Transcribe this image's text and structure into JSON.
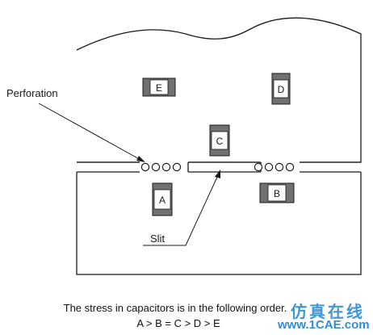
{
  "labels": {
    "perforation": "Perforation",
    "slit": "Slit"
  },
  "capacitors": [
    {
      "id": "A"
    },
    {
      "id": "B"
    },
    {
      "id": "C"
    },
    {
      "id": "D"
    },
    {
      "id": "E"
    }
  ],
  "caption": {
    "line": "The stress in capacitors is in the following order.",
    "order": "A > B = C > D > E"
  },
  "watermark": {
    "chinese": "仿真在线",
    "url": "www.1CAE.com"
  },
  "colors": {
    "line": "#1a1a1a",
    "capacitor_body": "#ffffff",
    "capacitor_terminal": "#707070",
    "watermark_blue": "#2f8fd2"
  }
}
